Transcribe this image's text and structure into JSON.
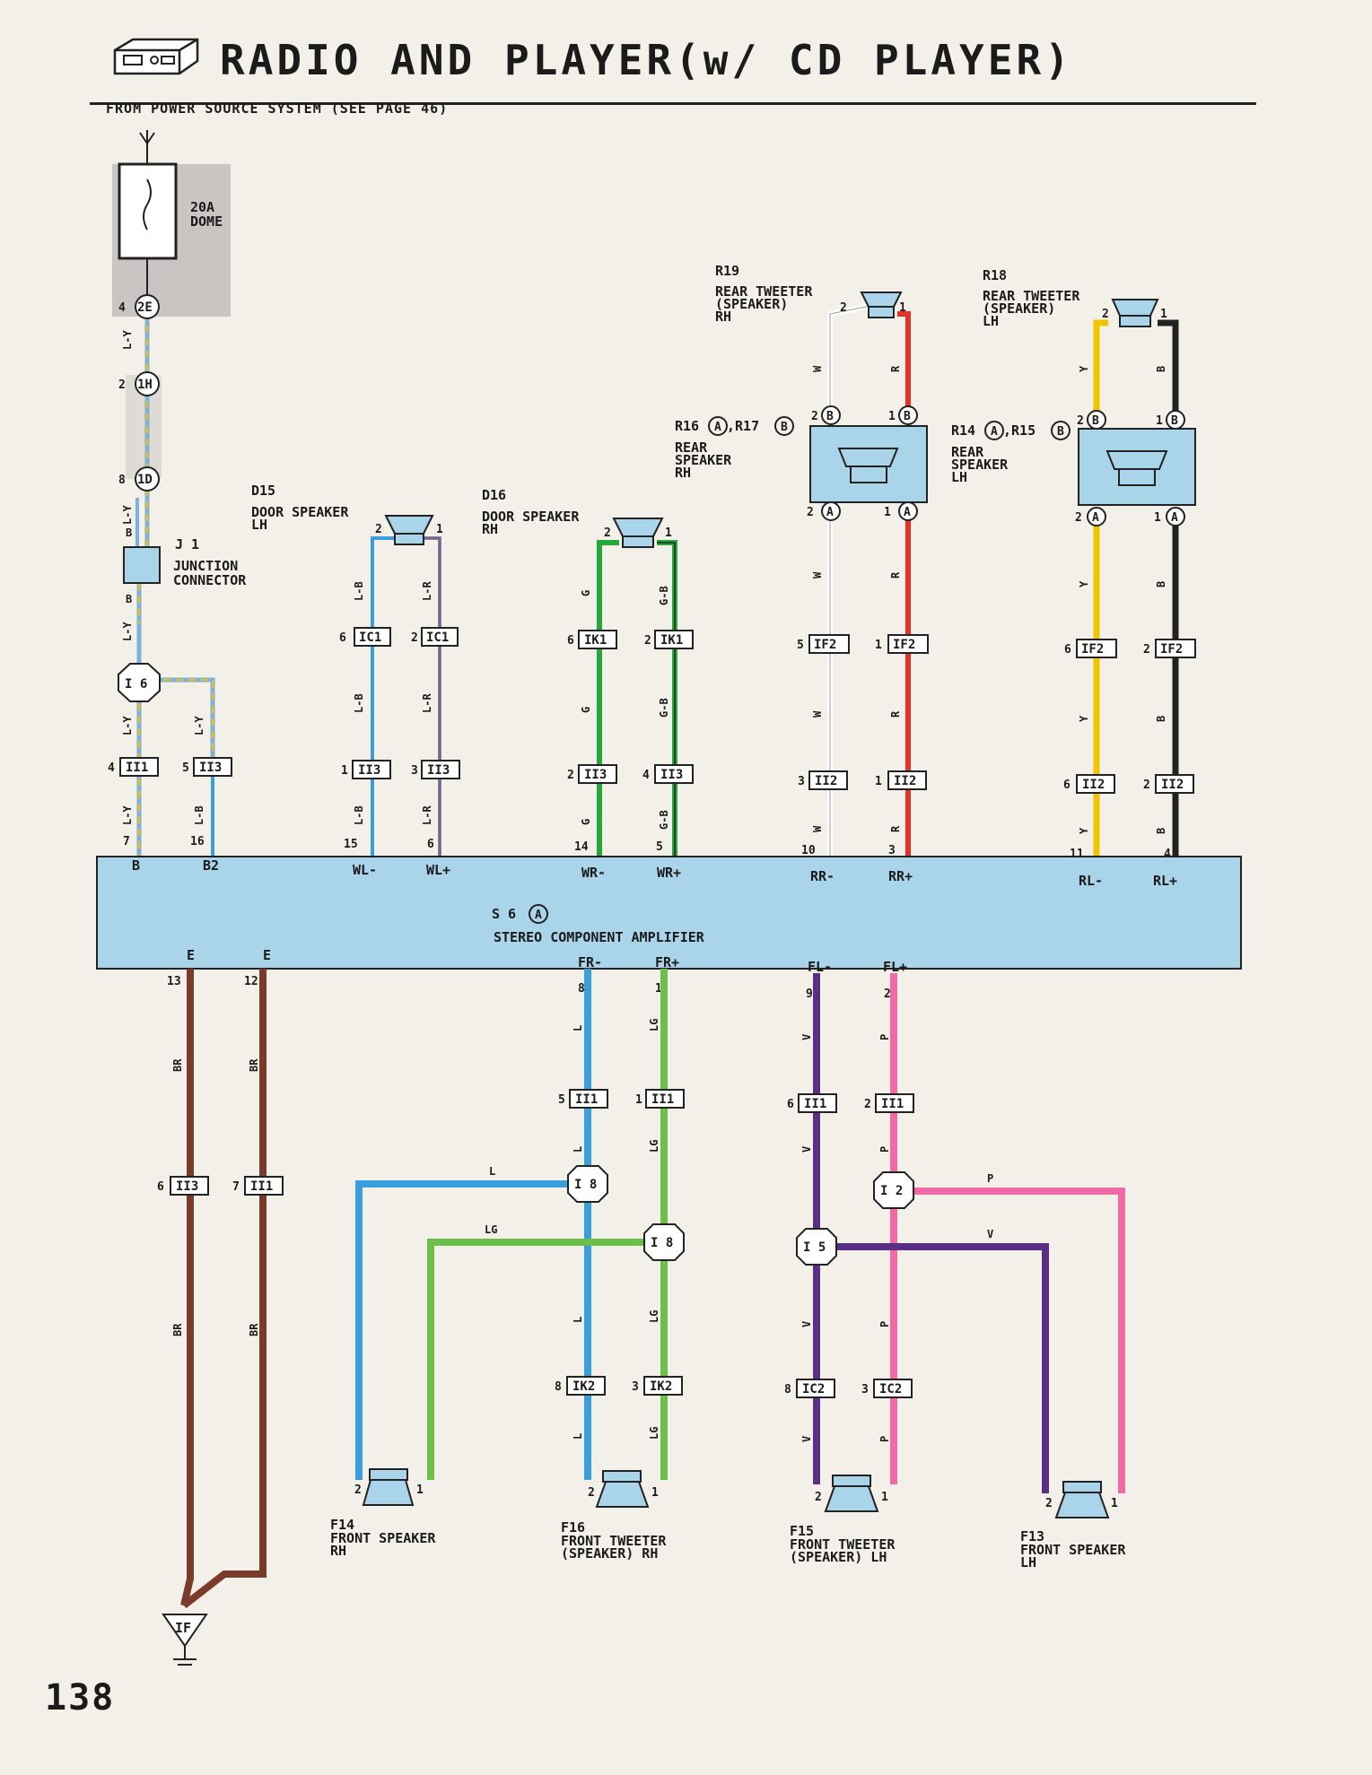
{
  "header": {
    "title": "RADIO AND PLAYER(w/ CD PLAYER)",
    "subtitle": "FROM POWER SOURCE SYSTEM (SEE PAGE 46)",
    "page_number": "138"
  },
  "fuse": {
    "rating": "20A",
    "name": "DOME"
  },
  "amplifier": {
    "code": "S 6",
    "pin": "A",
    "name": "STEREO COMPONENT AMPLIFIER"
  },
  "components": {
    "j1": {
      "code": "J 1",
      "name": "JUNCTION",
      "name2": "CONNECTOR"
    },
    "d15": {
      "code": "D15",
      "name": "DOOR SPEAKER",
      "side": "LH"
    },
    "d16": {
      "code": "D16",
      "name": "DOOR SPEAKER",
      "side": "RH"
    },
    "r19": {
      "code": "R19",
      "name": "REAR TWEETER",
      "name2": "(SPEAKER)",
      "side": "RH"
    },
    "r18": {
      "code": "R18",
      "name": "REAR TWEETER",
      "name2": "(SPEAKER)",
      "side": "LH"
    },
    "r16": {
      "code": "R16",
      "pinA": "A",
      "code2": ",R17",
      "pinB": "B",
      "name": "REAR",
      "name2": "SPEAKER",
      "side": "RH"
    },
    "r14": {
      "code": "R14",
      "pinA": "A",
      "code2": ",R15",
      "pinB": "B",
      "name": "REAR",
      "name2": "SPEAKER",
      "side": "LH"
    },
    "f14": {
      "code": "F14",
      "name": "FRONT SPEAKER",
      "side": "RH"
    },
    "f16": {
      "code": "F16",
      "name": "FRONT TWEETER",
      "name2": "(SPEAKER) RH"
    },
    "f15": {
      "code": "F15",
      "name": "FRONT TWEETER",
      "name2": "(SPEAKER) LH"
    },
    "f13": {
      "code": "F13",
      "name": "FRONT SPEAKER",
      "side": "LH"
    },
    "ground": {
      "code": "IF"
    }
  },
  "amp_terminals": {
    "B": {
      "label": "B",
      "pin": "7"
    },
    "B2": {
      "label": "B2",
      "pin": "16"
    },
    "WLm": {
      "label": "WL-",
      "pin": "15"
    },
    "WLp": {
      "label": "WL+",
      "pin": "6"
    },
    "WRm": {
      "label": "WR-",
      "pin": "14"
    },
    "WRp": {
      "label": "WR+",
      "pin": "5"
    },
    "RRm": {
      "label": "RR-",
      "pin": "10"
    },
    "RRp": {
      "label": "RR+",
      "pin": "3"
    },
    "RLm": {
      "label": "RL-",
      "pin": "11"
    },
    "RLp": {
      "label": "RL+",
      "pin": "4"
    },
    "E1": {
      "label": "E",
      "pin": "13"
    },
    "E2": {
      "label": "E",
      "pin": "12"
    },
    "FRm": {
      "label": "FR-",
      "pin": "8"
    },
    "FRp": {
      "label": "FR+",
      "pin": "1"
    },
    "FLm": {
      "label": "FL-",
      "pin": "9"
    },
    "FLp": {
      "label": "FL+",
      "pin": "2"
    }
  },
  "connectors": {
    "c2E": {
      "id": "2E",
      "pin": "4"
    },
    "c1H": {
      "id": "1H",
      "pin": "2"
    },
    "c1D": {
      "id": "1D",
      "pin": "8"
    },
    "icl_m": {
      "id": "IC1",
      "pin": "6"
    },
    "icl_p": {
      "id": "IC1",
      "pin": "2"
    },
    "ik1_m": {
      "id": "IK1",
      "pin": "6"
    },
    "ik1_p": {
      "id": "IK1",
      "pin": "2"
    },
    "if2_rw": {
      "id": "IF2",
      "pin": "5"
    },
    "if2_rr": {
      "id": "IF2",
      "pin": "1"
    },
    "if2_ly": {
      "id": "IF2",
      "pin": "6"
    },
    "if2_lb": {
      "id": "IF2",
      "pin": "2"
    },
    "ii1_a": {
      "id": "II1",
      "pin": "4"
    },
    "ii3_a": {
      "id": "II3",
      "pin": "5"
    },
    "ii3_b": {
      "id": "II3",
      "pin": "1"
    },
    "ii3_c": {
      "id": "II3",
      "pin": "3"
    },
    "ii3_d": {
      "id": "II3",
      "pin": "2"
    },
    "ii3_e": {
      "id": "II3",
      "pin": "4"
    },
    "ii2_a": {
      "id": "II2",
      "pin": "3"
    },
    "ii2_b": {
      "id": "II2",
      "pin": "1"
    },
    "ii2_c": {
      "id": "II2",
      "pin": "6"
    },
    "ii2_d": {
      "id": "II2",
      "pin": "2"
    },
    "ii1_fr": {
      "id": "II1",
      "pin": "5"
    },
    "ii1_fr2": {
      "id": "II1",
      "pin": "1"
    },
    "ii1_fl": {
      "id": "II1",
      "pin": "6"
    },
    "ii1_fl2": {
      "id": "II1",
      "pin": "2"
    },
    "ii3_g": {
      "id": "II3",
      "pin": "6"
    },
    "ii1_g": {
      "id": "II1",
      "pin": "7"
    },
    "ik2_a": {
      "id": "IK2",
      "pin": "8"
    },
    "ik2_b": {
      "id": "IK2",
      "pin": "3"
    },
    "ic2_a": {
      "id": "IC2",
      "pin": "8"
    },
    "ic2_b": {
      "id": "IC2",
      "pin": "3"
    }
  },
  "junctions": {
    "i6": {
      "id": "I 6"
    },
    "i8a": {
      "id": "I 8"
    },
    "i8b": {
      "id": "I 8"
    },
    "i5": {
      "id": "I 5"
    },
    "i2": {
      "id": "I 2"
    }
  },
  "pins": {
    "one": "1",
    "two": "2",
    "a": "A",
    "b": "B"
  },
  "wire_codes": {
    "LY": "L-Y",
    "B": "B",
    "LB": "L-B",
    "LR": "L-R",
    "G": "G",
    "GB": "G-B",
    "W": "W",
    "R": "R",
    "Y": "Y",
    "BR": "BR",
    "L": "L",
    "LG": "LG",
    "V": "V",
    "P": "P"
  },
  "colors": {
    "L_Y": "#7fb0d8",
    "blue": "#3a9ddc",
    "green": "#27a83a",
    "lightgreen": "#6cc04a",
    "red": "#e5332a",
    "yellow": "#f2c300",
    "black": "#222222",
    "brown": "#7a3b2a",
    "purple": "#5b2e86",
    "pink": "#f06aa8",
    "white": "#ffffff",
    "amp": "#a9d4ea"
  }
}
